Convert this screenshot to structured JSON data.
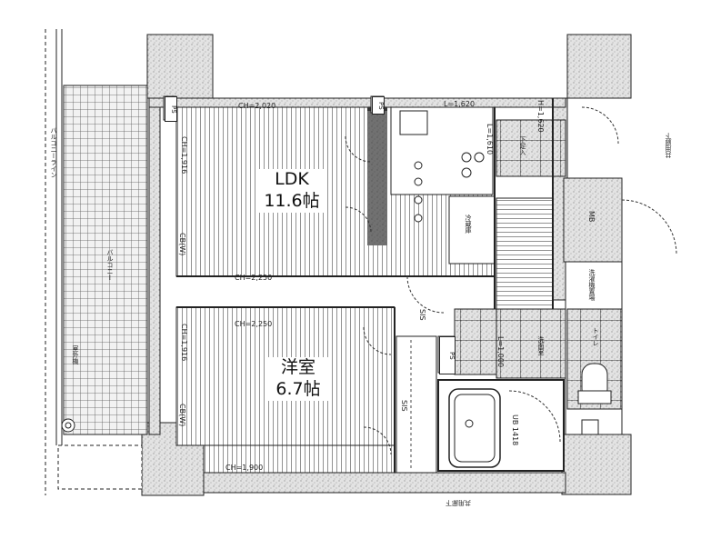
{
  "rooms": {
    "ldk": {
      "name": "LDK",
      "size": "11.6帖"
    },
    "yoshitsu": {
      "name": "洋室",
      "size": "6.7帖"
    }
  },
  "labels": {
    "ch_ldk": "CH=2,020",
    "ch_ldk_2": "CH=2,250",
    "ch_yoshitsu": "CH=2,250",
    "ch_bottom": "CH=1,900",
    "ch_wall_1": "CH=1,916",
    "ch_wall_2": "CH=1,916",
    "ch_kitchen": "L=1,620",
    "ch_kitchen_2": "L=1,610",
    "ch_bath": "L=1,000",
    "ch_hall": "H=1,620",
    "unit_bath": "UB 1418",
    "ps_top": "PS",
    "ps_left": "PS",
    "ps_right": "PS",
    "mb": "MB",
    "sis_1": "SIS",
    "sis_2": "SIS",
    "cb_1": "CB(W)",
    "cb_2": "CB(W)",
    "corridor_right": "共用廊下",
    "corridor_bottom": "共用廊下",
    "balcony_left": "バルコニー",
    "outdoor": "室外機",
    "balcony_rail": "バルコニーライン",
    "laundry": "洗濯機置場",
    "refrigerator": "冷蔵庫",
    "shoebox": "下足入",
    "toilet": "トイレ",
    "washroom": "洗面室"
  },
  "colors": {
    "wall_hatch": "#b9b9b9",
    "wall_fill": "#d9d9d9",
    "floor_line": "#6a6a6a",
    "grid": "#6f6f6f",
    "partition": "#222222"
  }
}
